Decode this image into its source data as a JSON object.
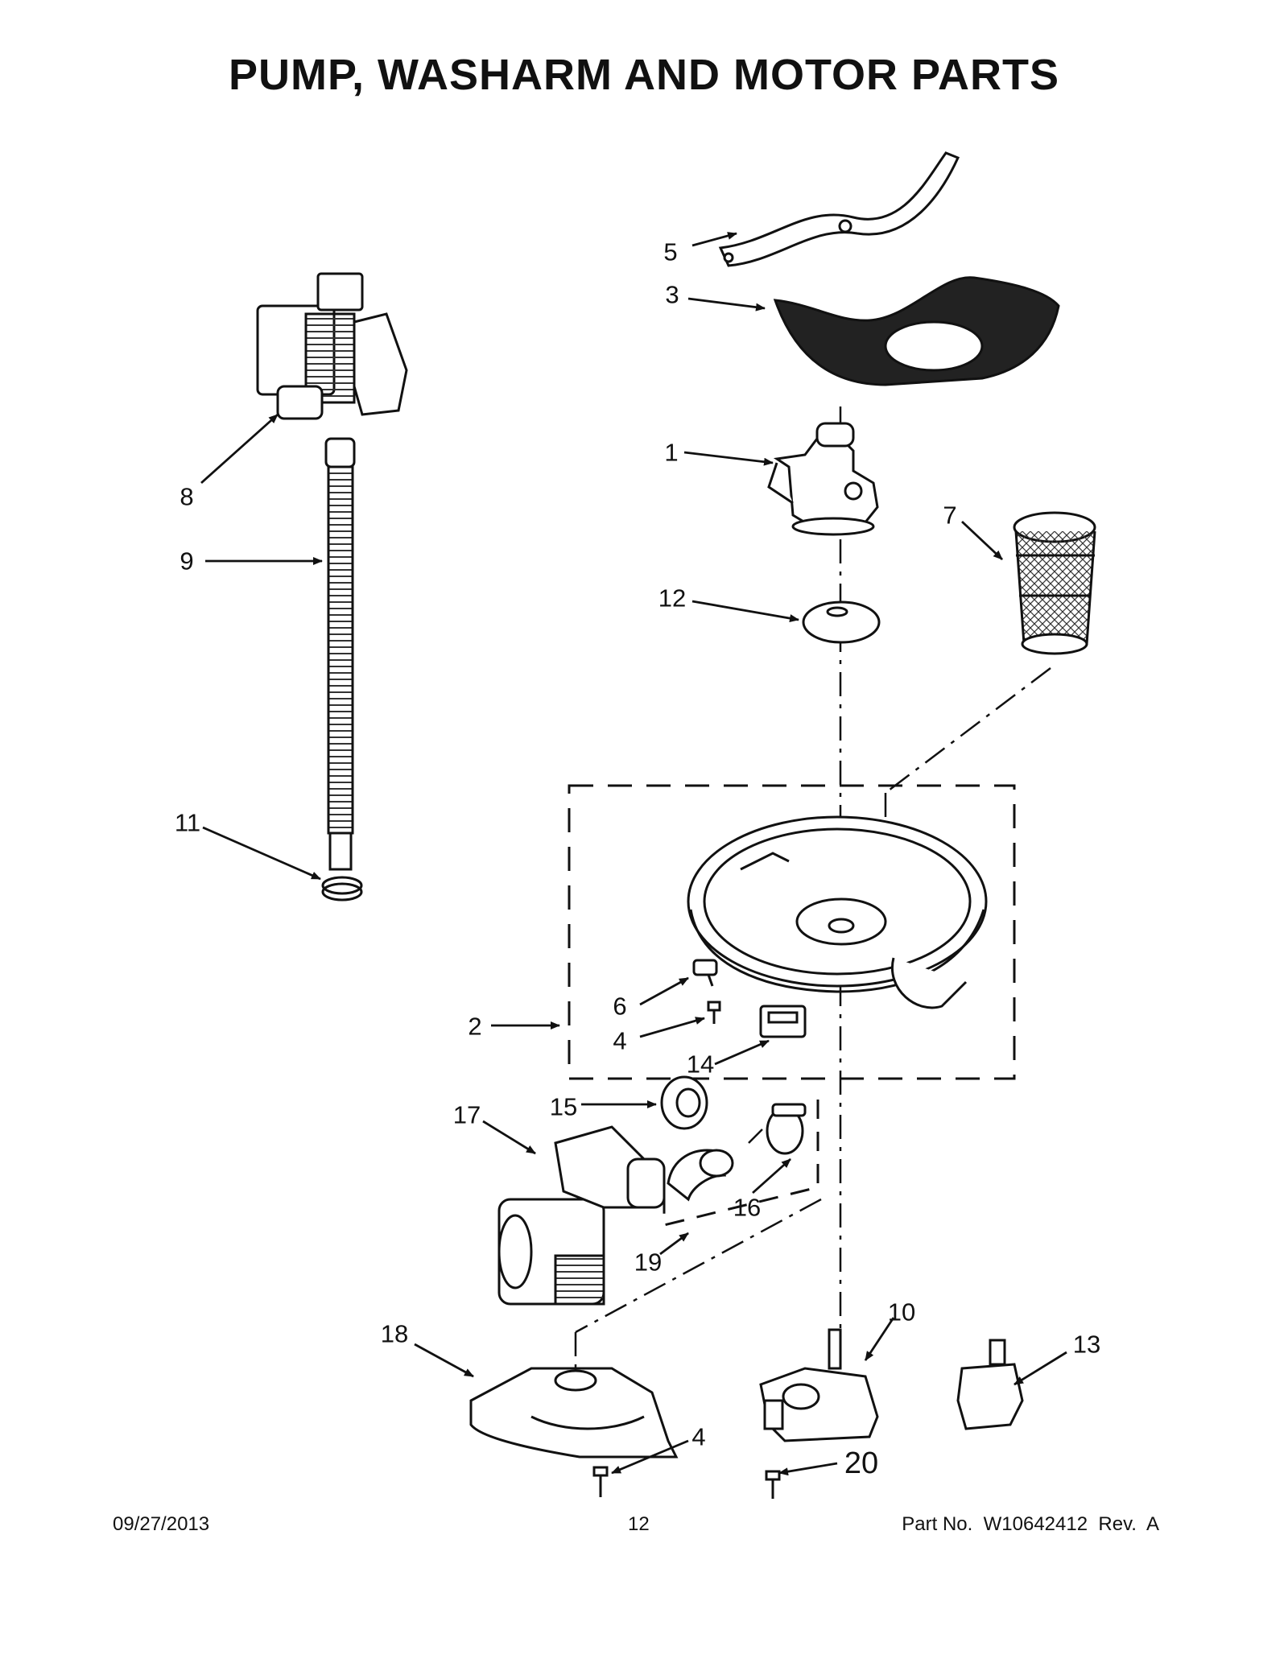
{
  "title": "PUMP, WASHARM AND MOTOR PARTS",
  "callouts": {
    "c5": "5",
    "c3": "3",
    "c1": "1",
    "c7": "7",
    "c12": "12",
    "c8": "8",
    "c9": "9",
    "c11": "11",
    "c6": "6",
    "c2": "2",
    "c4a": "4",
    "c14": "14",
    "c17": "17",
    "c15": "15",
    "c16": "16",
    "c19": "19",
    "c10": "10",
    "c18": "18",
    "c13": "13",
    "c4b": "4",
    "c20": "20"
  },
  "footer": {
    "date": "09/27/2013",
    "page": "12",
    "part": "Part No.  W10642412  Rev.  A"
  }
}
